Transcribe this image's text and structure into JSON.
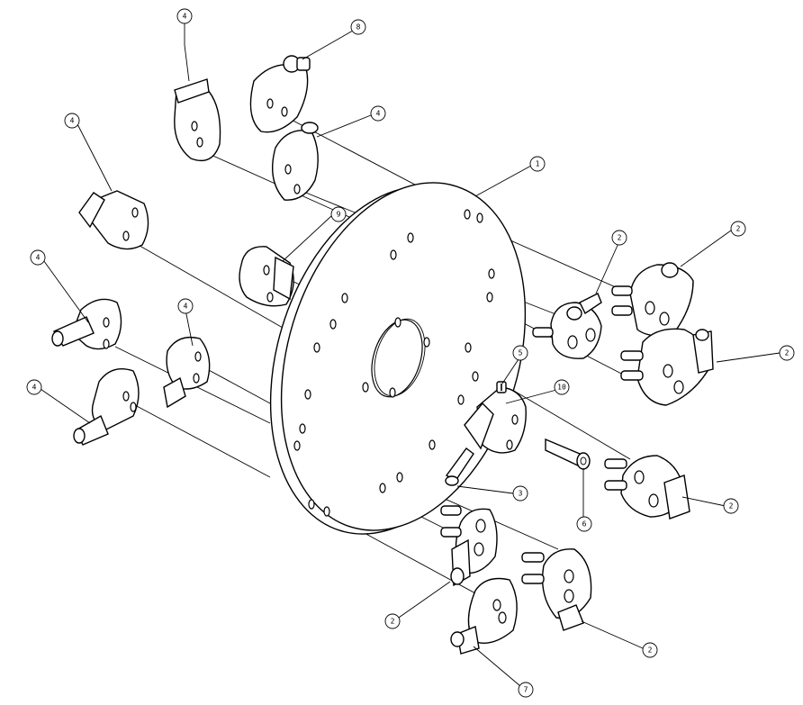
{
  "callouts": [
    {
      "id": "c-4a",
      "label": "4"
    },
    {
      "id": "c-8",
      "label": "8"
    },
    {
      "id": "c-4b",
      "label": "4"
    },
    {
      "id": "c-4c",
      "label": "4"
    },
    {
      "id": "c-1",
      "label": "1"
    },
    {
      "id": "c-9",
      "label": "9"
    },
    {
      "id": "c-2a",
      "label": "2"
    },
    {
      "id": "c-2b",
      "label": "2"
    },
    {
      "id": "c-4d",
      "label": "4"
    },
    {
      "id": "c-4e",
      "label": "4"
    },
    {
      "id": "c-2c",
      "label": "2"
    },
    {
      "id": "c-5",
      "label": "5"
    },
    {
      "id": "c-10",
      "label": "10"
    },
    {
      "id": "c-4f",
      "label": "4"
    },
    {
      "id": "c-3",
      "label": "3"
    },
    {
      "id": "c-6",
      "label": "6"
    },
    {
      "id": "c-2d",
      "label": "2"
    },
    {
      "id": "c-2e",
      "label": "2"
    },
    {
      "id": "c-2f",
      "label": "2"
    },
    {
      "id": "c-7",
      "label": "7"
    }
  ]
}
